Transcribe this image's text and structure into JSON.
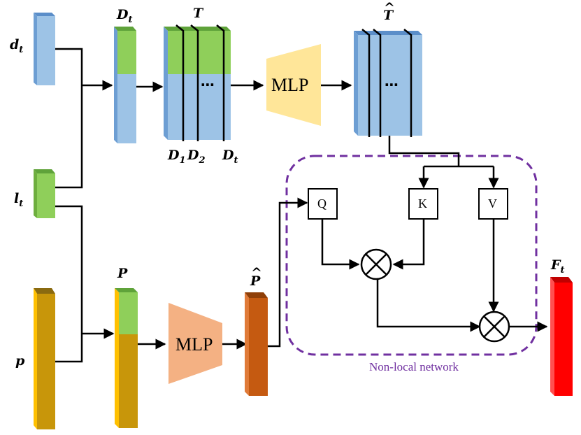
{
  "labels": {
    "d_t": "d",
    "d_t_sub": "t",
    "l_t": "l",
    "l_t_sub": "t",
    "p": "p",
    "D_t": "D",
    "D_t_sub": "t",
    "T": "T",
    "T_hat": "T",
    "P": "P",
    "P_hat": "P",
    "F_t": "F",
    "F_t_sub": "t",
    "D1": "D",
    "D1_sub": "1",
    "D2": "D",
    "D2_sub": "2",
    "Dt_bottom": "D",
    "Dt_bottom_sub": "t",
    "hat_mark": "^",
    "dots": "⋯"
  },
  "blocks": {
    "mlp_top": "MLP",
    "mlp_bottom": "MLP",
    "q": "Q",
    "k": "K",
    "v": "V"
  },
  "caption": "Non-local network",
  "colors": {
    "blue_front": "#9dc3e6",
    "blue_side": "#6d9ed3",
    "green_front": "#8fcf5a",
    "green_side": "#6eae3e",
    "gold_front": "#c8960a",
    "gold_side": "#8a6a10",
    "yellow_left": "#ffc000",
    "mlp_top": "#ffe699",
    "mlp_bottom": "#f4b183",
    "phat_front": "#c55a11",
    "phat_side": "#8f3f08",
    "red_front": "#ff0000",
    "red_side": "#c00000",
    "nonlocal_border": "#7030a0"
  }
}
